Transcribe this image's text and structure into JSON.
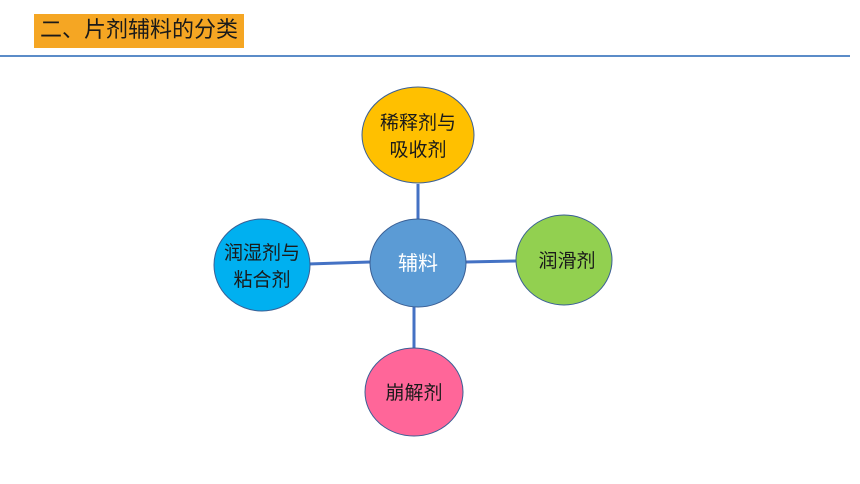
{
  "slide": {
    "title": "二、片剂辅料的分类"
  },
  "diagram": {
    "hub": {
      "label": "辅料",
      "color": "#5b9bd5"
    },
    "nodes": {
      "top": {
        "lines": [
          "稀释剂与",
          "吸收剂"
        ],
        "color": "#ffc000"
      },
      "left": {
        "lines": [
          "润湿剂与",
          "粘合剂"
        ],
        "color": "#00b0f0"
      },
      "right": {
        "lines": [
          "润滑剂"
        ],
        "color": "#92d050"
      },
      "bottom": {
        "lines": [
          "崩解剂"
        ],
        "color": "#ff6699"
      }
    },
    "connector_color": "#4472c4"
  }
}
